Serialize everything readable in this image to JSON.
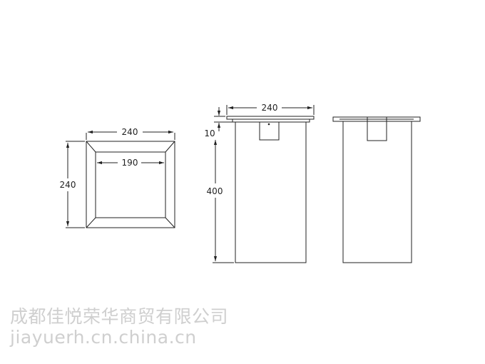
{
  "drawing": {
    "top_view": {
      "outer_width": "240",
      "outer_height": "240",
      "inner_width": "190"
    },
    "front_view": {
      "width": "240",
      "flange": "10",
      "height": "400"
    },
    "side_view": {}
  },
  "watermark": {
    "company": "成都佳悦荣华商贸有限公司",
    "site": "jiayuerh.cn.china.cn"
  },
  "colors": {
    "line": "#222222",
    "watermark": "#cfcfcf"
  }
}
